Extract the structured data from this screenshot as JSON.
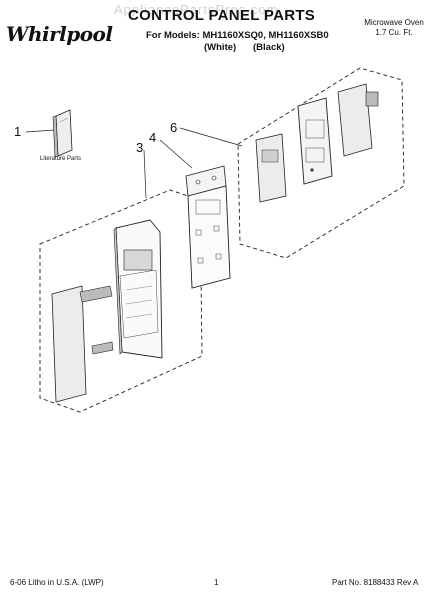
{
  "header": {
    "brand": "Whirlpool",
    "watermark": "AppliancePartsPros.com",
    "title": "CONTROL PANEL PARTS",
    "models": "For Models: MH1160XSQ0, MH1160XSB0",
    "variant_white": "(White)",
    "variant_black": "(Black)",
    "product_line1": "Microwave Oven",
    "product_line2": "1.7 Cu. Ft."
  },
  "callouts": {
    "c1": "1",
    "c3": "3",
    "c4": "4",
    "c6": "6"
  },
  "labels": {
    "literature": "Literature Parts"
  },
  "footer": {
    "left": "6-06 Litho in U.S.A. (LWP)",
    "page": "1",
    "part_no": "Part No. 8188433 Rev A"
  }
}
